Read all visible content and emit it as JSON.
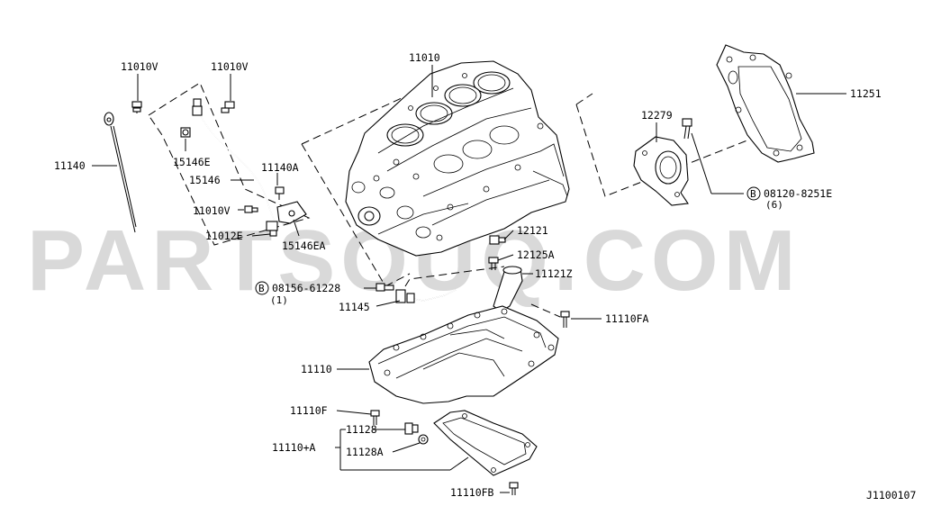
{
  "watermark": "PARTSOUQ.COM",
  "diagram_code": "J1100107",
  "bolt_symbol": "B",
  "labels": {
    "p11010": "11010",
    "p11010V_a": "11010V",
    "p11010V_b": "11010V",
    "p11010V_c": "11010V",
    "p11140": "11140",
    "p15146E": "15146E",
    "p15146": "15146",
    "p11140A": "11140A",
    "p11012E": "11012E",
    "p15146EA": "15146EA",
    "p12279": "12279",
    "p11251": "11251",
    "p08120": "08120-8251E",
    "p08120_qty": "(6)",
    "p12121": "12121",
    "p12125A": "12125A",
    "p11121Z": "11121Z",
    "p08156": "08156-61228",
    "p08156_qty": "(1)",
    "p11145": "11145",
    "p11110FA": "11110FA",
    "p11110": "11110",
    "p11110F": "11110F",
    "p11128": "11128",
    "p11110A": "11110+A",
    "p11128A": "11128A",
    "p11110FB": "11110FB"
  }
}
